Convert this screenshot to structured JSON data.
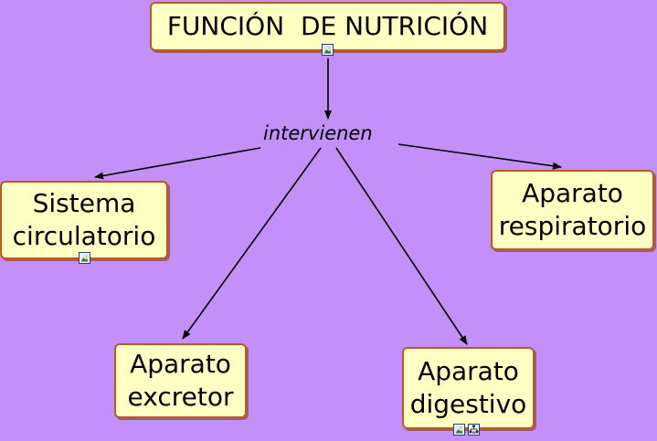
{
  "concept_map": {
    "root": "FUNCIÓN  DE NUTRICIÓN",
    "linking_phrase": "intervienen",
    "nodes": {
      "circulatorio": [
        "Sistema",
        "circulatorio"
      ],
      "respiratorio": [
        "Aparato",
        "respiratorio"
      ],
      "excretor": [
        "Aparato",
        "excretor"
      ],
      "digestivo": [
        "Aparato",
        "digestivo"
      ]
    }
  },
  "icons": {
    "root": [
      "image-icon"
    ],
    "circulatorio": [
      "image-icon"
    ],
    "digestivo": [
      "image-icon",
      "concept-map-icon"
    ]
  },
  "colors": {
    "background": "#c390f9",
    "node_fill": "#ffffc3",
    "node_border": "#b85c1e"
  }
}
